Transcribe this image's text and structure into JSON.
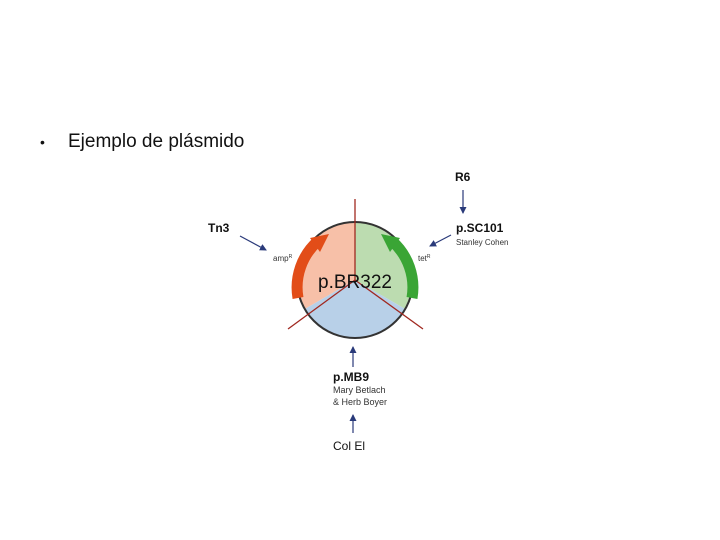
{
  "slide": {
    "bullet_char": "•",
    "bullet_text": "Ejemplo de plásmido"
  },
  "diagram": {
    "center_label": "p.BR322",
    "tn3": "Tn3",
    "r6": "R6",
    "psc101": "p.SC101",
    "psc101_author": "Stanley Cohen",
    "amp_label": "amp",
    "amp_sup": "R",
    "tet_label": "tet",
    "tet_sup": "R",
    "pmb9": "p.MB9",
    "pmb9_author1": "Mary Betlach",
    "pmb9_author2": "& Herb Boyer",
    "colei": "Col El",
    "colors": {
      "amp_sector": "#f7c0a8",
      "tet_sector": "#bcdcb0",
      "ori_sector": "#b8d0e8",
      "amp_arrow": "#e24d18",
      "tet_arrow": "#3aa535",
      "divider": "#a02820",
      "pointer": "#2a3a7a"
    }
  }
}
